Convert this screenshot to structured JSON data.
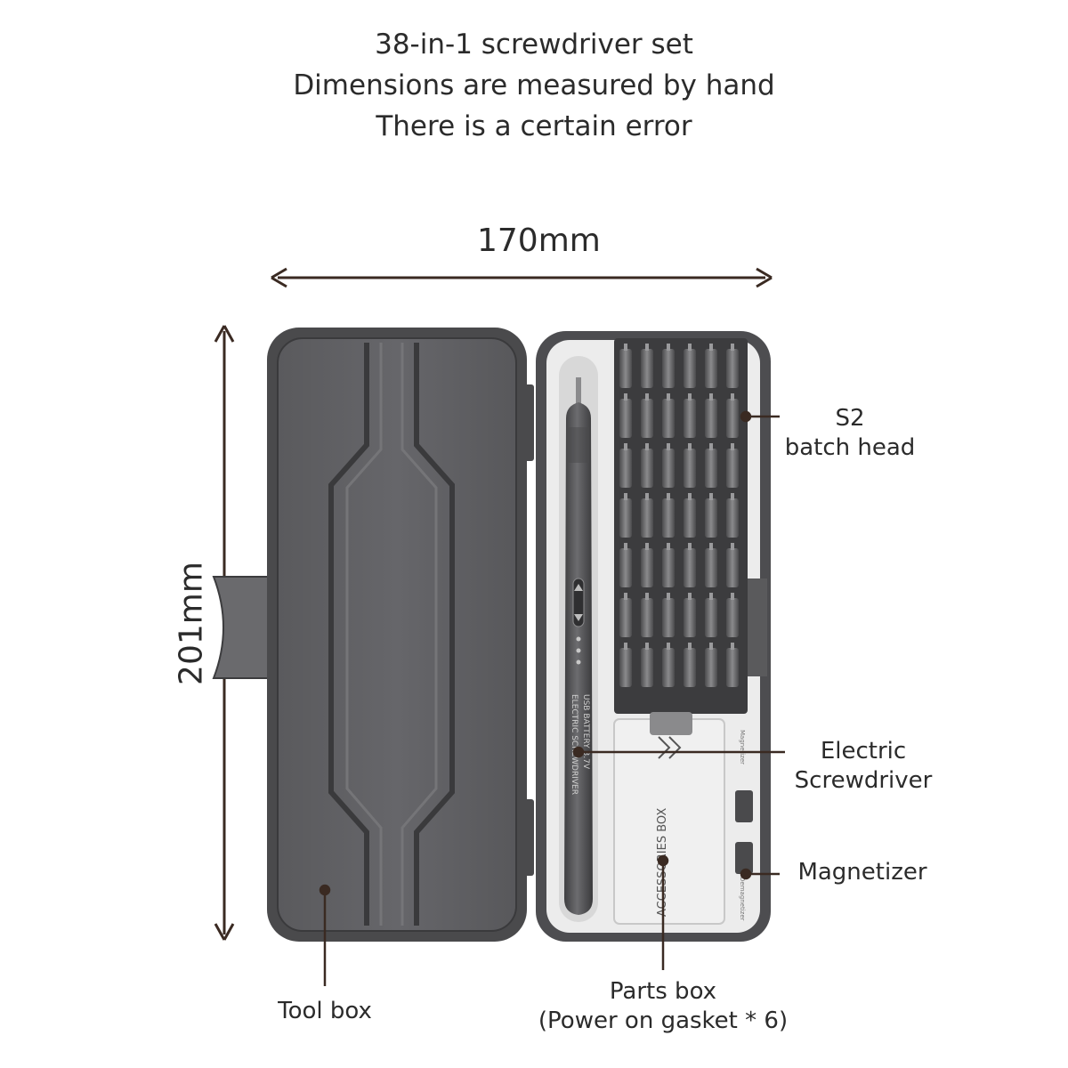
{
  "header": {
    "line1": "38-in-1 screwdriver set",
    "line2": "Dimensions are measured by hand",
    "line3": "There is a certain error"
  },
  "dimensions": {
    "width_label": "170mm",
    "height_label": "201mm"
  },
  "callouts": {
    "s2_line1": "S2",
    "s2_line2": "batch head",
    "electric_line1": "Electric",
    "electric_line2": "Screwdriver",
    "magnetizer": "Magnetizer",
    "toolbox": "Tool box",
    "parts_line1": "Parts box",
    "parts_line2": "(Power on gasket * 6)"
  },
  "product_print": {
    "accessories_box": "ACCESSORIES   BOX",
    "pen_text_1": "ELECTRIC SCREWDRIVER",
    "pen_text_2": "USB BATTERY 3.7V",
    "magnetizer_tag": "Magnetizer",
    "demagnetizer_tag": "Demagnetizer"
  },
  "colors": {
    "case_dark": "#4a4a4c",
    "case_inner": "#5d5d60",
    "tray_light": "#ececec",
    "bit_metal": "#6e6e70",
    "pen_body": "#5a5a5c",
    "text": "#2b2b2b",
    "arrow": "#3a2a22"
  }
}
